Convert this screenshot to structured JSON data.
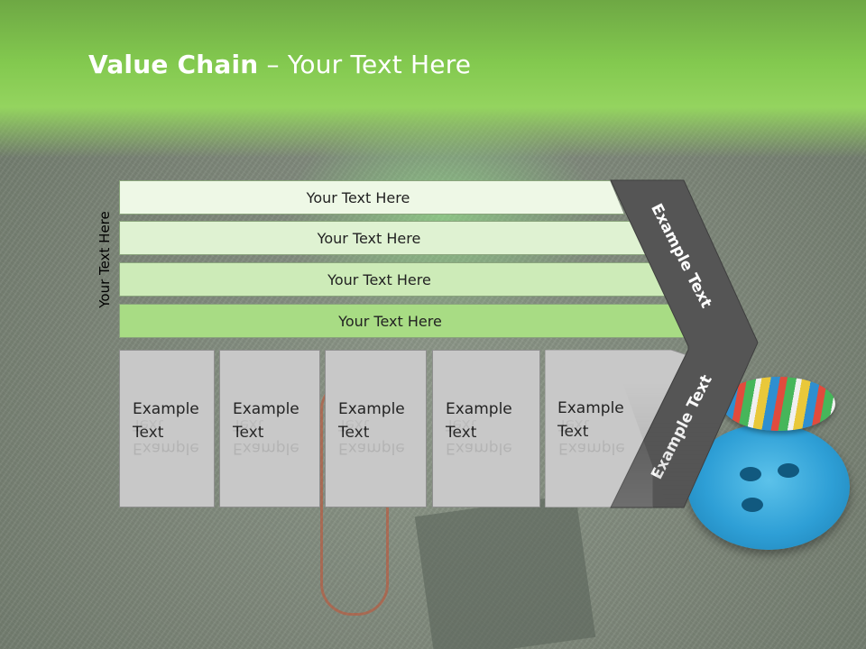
{
  "slide": {
    "title_bold": "Value Chain",
    "title_rest": " – Your Text Here",
    "side_label": "Your Text Here"
  },
  "bars": [
    {
      "label": "Your Text Here",
      "color": "#eef8e6"
    },
    {
      "label": "Your Text Here",
      "color": "#dff2d2"
    },
    {
      "label": "Your Text Here",
      "color": "#cdebb8"
    },
    {
      "label": "Your Text Here",
      "color": "#a8dc84"
    }
  ],
  "blocks": [
    {
      "line1": "Example",
      "line2": "Text"
    },
    {
      "line1": "Example",
      "line2": "Text"
    },
    {
      "line1": "Example",
      "line2": "Text"
    },
    {
      "line1": "Example",
      "line2": "Text"
    },
    {
      "line1": "Example",
      "line2": "Text"
    }
  ],
  "chevron": {
    "upper_label": "Example Text",
    "lower_label": "Example Text",
    "color": "#555555"
  },
  "colors": {
    "header": "#83c94f",
    "block_fill": "#c8c8c8"
  }
}
